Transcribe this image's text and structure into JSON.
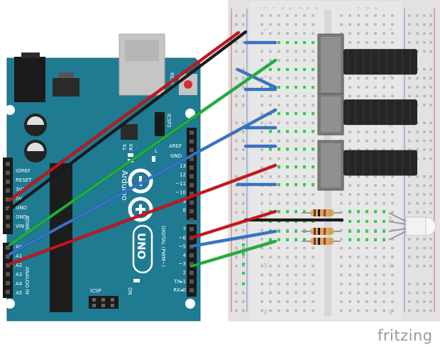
{
  "board": {
    "model": "UNO",
    "brand": "Arduino",
    "icsp_top": "ICSP2",
    "icsp_bottom": "ICSP",
    "reset": "RESET",
    "tx": "TX",
    "rx": "RX",
    "l": "L",
    "on": "ON",
    "aref": "AREF",
    "gnd_top": "GND",
    "digital": "DIGITAL (PWM~)",
    "power_header": "POWER",
    "analog_header": "ANALOG IN",
    "left_pins": [
      "IOREF",
      "RESET",
      "3V3",
      "5V",
      "GND",
      "GND",
      "VIN"
    ],
    "analog_pins": [
      "A0",
      "A1",
      "A2",
      "A3",
      "A4",
      "A5"
    ],
    "right_pins_top": [
      "13",
      "12",
      "~11",
      "~10",
      "~9",
      "8"
    ],
    "right_pins_bottom": [
      "7",
      "~6",
      "~5",
      "4",
      "~3",
      "2",
      "TX▸1",
      "RX◂0"
    ]
  },
  "breadboard": {
    "rows_top": [
      "j",
      "i",
      "h",
      "g",
      "f",
      "e",
      "d",
      "c",
      "b",
      "a"
    ],
    "row_numbers": [
      "1",
      "5",
      "10",
      "15",
      "20",
      "25",
      "30"
    ]
  },
  "logo": {
    "text": "fritzing"
  },
  "colors": {
    "board": "#1f7b92",
    "breadboard": "#e6e6e6",
    "wire_red": "#c8141b",
    "wire_green": "#1fae3a",
    "wire_blue": "#3473c8",
    "wire_black": "#1a1a1a",
    "pot_body": "#262626",
    "resistor": "#d4a866"
  }
}
